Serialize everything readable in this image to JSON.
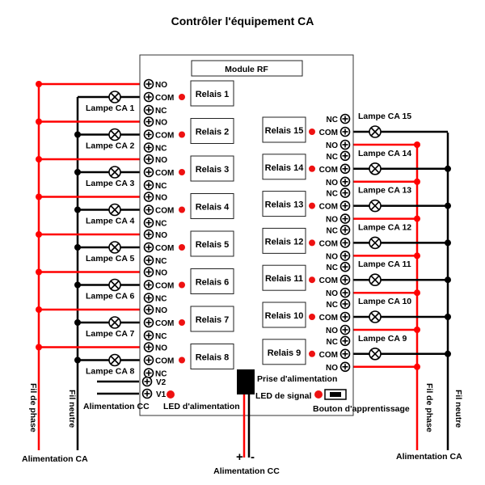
{
  "title": "Contrôler l'équipement CA",
  "module_label": "Module RF",
  "terminals": {
    "no": "NO",
    "com": "COM",
    "nc": "NC",
    "v1": "V1",
    "v2": "V2"
  },
  "left_relays": [
    {
      "relay": "Relais 1",
      "lamp": "Lampe CA 1"
    },
    {
      "relay": "Relais 2",
      "lamp": "Lampe CA 2"
    },
    {
      "relay": "Relais 3",
      "lamp": "Lampe CA 3"
    },
    {
      "relay": "Relais 4",
      "lamp": "Lampe CA 4"
    },
    {
      "relay": "Relais 5",
      "lamp": "Lampe CA 5"
    },
    {
      "relay": "Relais 6",
      "lamp": "Lampe CA 6"
    },
    {
      "relay": "Relais 7",
      "lamp": "Lampe CA 7"
    },
    {
      "relay": "Relais 8",
      "lamp": "Lampe CA 8"
    }
  ],
  "right_relays": [
    {
      "relay": "Relais 15",
      "lamp": "Lampe CA 15"
    },
    {
      "relay": "Relais 14",
      "lamp": "Lampe CA 14"
    },
    {
      "relay": "Relais 13",
      "lamp": "Lampe CA 13"
    },
    {
      "relay": "Relais 12",
      "lamp": "Lampe CA 12"
    },
    {
      "relay": "Relais 11",
      "lamp": "Lampe CA 11"
    },
    {
      "relay": "Relais 10",
      "lamp": "Lampe CA 10"
    },
    {
      "relay": "Relais 9",
      "lamp": "Lampe CA 9"
    }
  ],
  "labels": {
    "phase_wire": "Fil de phase",
    "neutral_wire": "Fil neutre",
    "ac_supply": "Alimentation CA",
    "dc_supply": "Alimentation CC",
    "power_led": "LED d'alimentation",
    "power_socket": "Prise d'alimentation",
    "signal_led": "LED de signal",
    "learn_button": "Bouton d'apprentissage",
    "plus": "+",
    "minus": "-"
  },
  "colors": {
    "phase": "#ff0000",
    "neutral": "#000000",
    "led": "#ee1111",
    "board_border": "#333333"
  }
}
